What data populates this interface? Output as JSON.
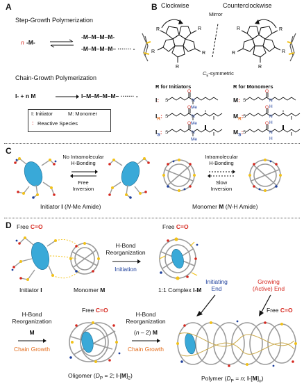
{
  "panels": {
    "A": {
      "letter": "A",
      "step_title": "Step-Growth Polymerization",
      "step_monomer": "-M-",
      "step_monomer_count": "n",
      "step_product_1": "-M–M–M–M-",
      "step_product_2": "-M–M–M–M– ······· -",
      "chain_title": "Chain-Growth Polymerization",
      "chain_reactants": "I- + n M",
      "chain_product": "I–M–M–M–M– ······· -",
      "legend_initiator": "I: Initiator",
      "legend_monomer": "M: Monomer",
      "legend_reactive": "Reactive Species"
    },
    "B": {
      "letter": "B",
      "clockwise": "Clockwise",
      "counterclockwise": "Counterclockwise",
      "mirror": "Mirror",
      "symmetry": "C5-symmetric",
      "r_initiators_heading": "R for Initiators",
      "r_monomers_heading": "R for Monomers",
      "initiators": [
        {
          "label": "I:",
          "sub": ""
        },
        {
          "label": "IR:",
          "sub": "R"
        },
        {
          "label": "IS:",
          "sub": "S"
        }
      ],
      "monomers": [
        {
          "label": "M:",
          "sub": ""
        },
        {
          "label": "MR:",
          "sub": "R"
        },
        {
          "label": "MS:",
          "sub": "S"
        }
      ],
      "carbonyl_o": "O",
      "n_atom": "N",
      "nh": "H",
      "nme": "Me",
      "s_atom": "S"
    },
    "C": {
      "letter": "C",
      "left_top": "No Intramolecular",
      "left_mid": "H-Bonding",
      "left_bottom_1": "Free",
      "left_bottom_2": "Inversion",
      "right_top": "Intramolecular",
      "right_mid": "H-Bonding",
      "right_bottom_1": "Slow",
      "right_bottom_2": "Inversion",
      "caption_initiator": "Initiator I (N-Me Amide)",
      "caption_monomer": "Monomer M (N-H Amide)"
    },
    "D": {
      "letter": "D",
      "free_co_prefix": "Free",
      "free_co": "C=O",
      "hbond_1": "H-Bond",
      "hbond_2": "Reorganization",
      "initiation": "Initiation",
      "initiator_caption": "Initiator I",
      "monomer_caption": "Monomer M",
      "complex_caption": "1:1 Complex I-M",
      "initiating_end_1": "Initiating",
      "initiating_end_2": "End",
      "growing_end_1": "Growing",
      "growing_end_2": "(Active) End",
      "step2_m": "M",
      "step3_m": "(n – 2) M",
      "chain_growth": "Chain Growth",
      "oligomer_caption": "Oligomer (Dp = 2; I-[M]2)",
      "polymer_caption": "Polymer (Dp = n; I-[M]n)"
    }
  },
  "colors": {
    "red": "#d6281f",
    "blue": "#1d3f9c",
    "orange": "#e36b1a",
    "yellow": "#f2c21a",
    "cyan": "#39a9d8",
    "grey": "#9a9a9a"
  }
}
